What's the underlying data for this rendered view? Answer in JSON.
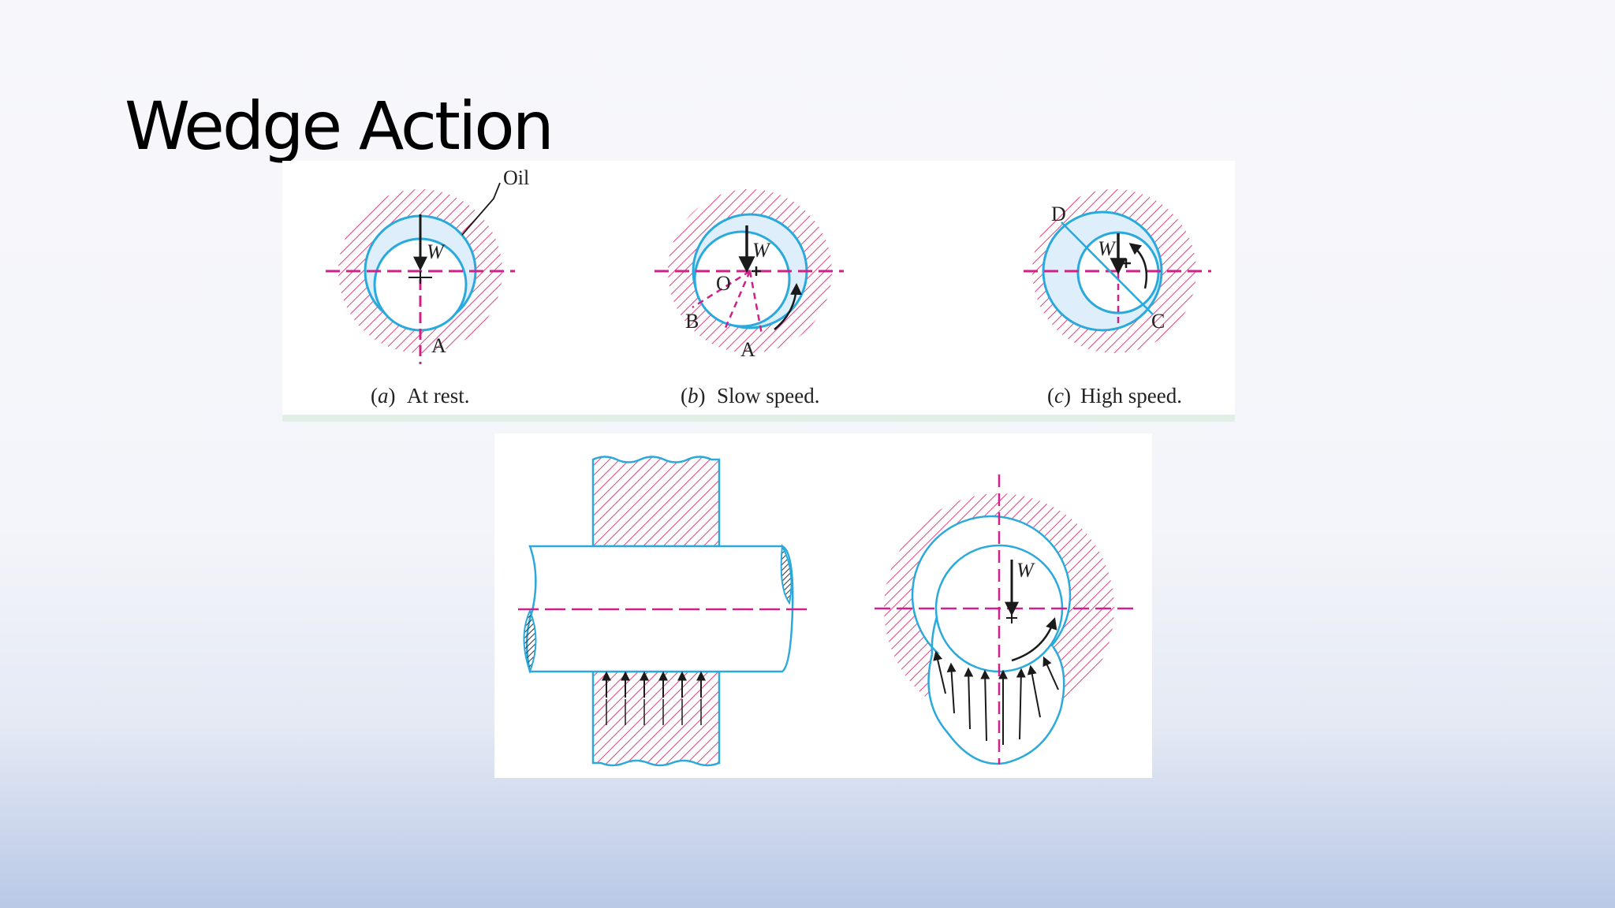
{
  "slide": {
    "title": "Wedge Action"
  },
  "top_figure": {
    "oil_label": "Oil",
    "load_label": "W",
    "point_labels": {
      "a": "A",
      "b": "B",
      "o": "O",
      "c": "C",
      "d": "D"
    },
    "captions": [
      {
        "letter": "a",
        "text": "At rest."
      },
      {
        "letter": "b",
        "text": "Slow speed."
      },
      {
        "letter": "c",
        "text": "High speed."
      }
    ]
  },
  "bottom_figure": {
    "load_label": "W"
  },
  "colors": {
    "hatch": "#e0447d",
    "outline": "#2aa9dc",
    "oil": "#deeefb",
    "centerline": "#d0208a",
    "ink": "#1a1a1a"
  }
}
